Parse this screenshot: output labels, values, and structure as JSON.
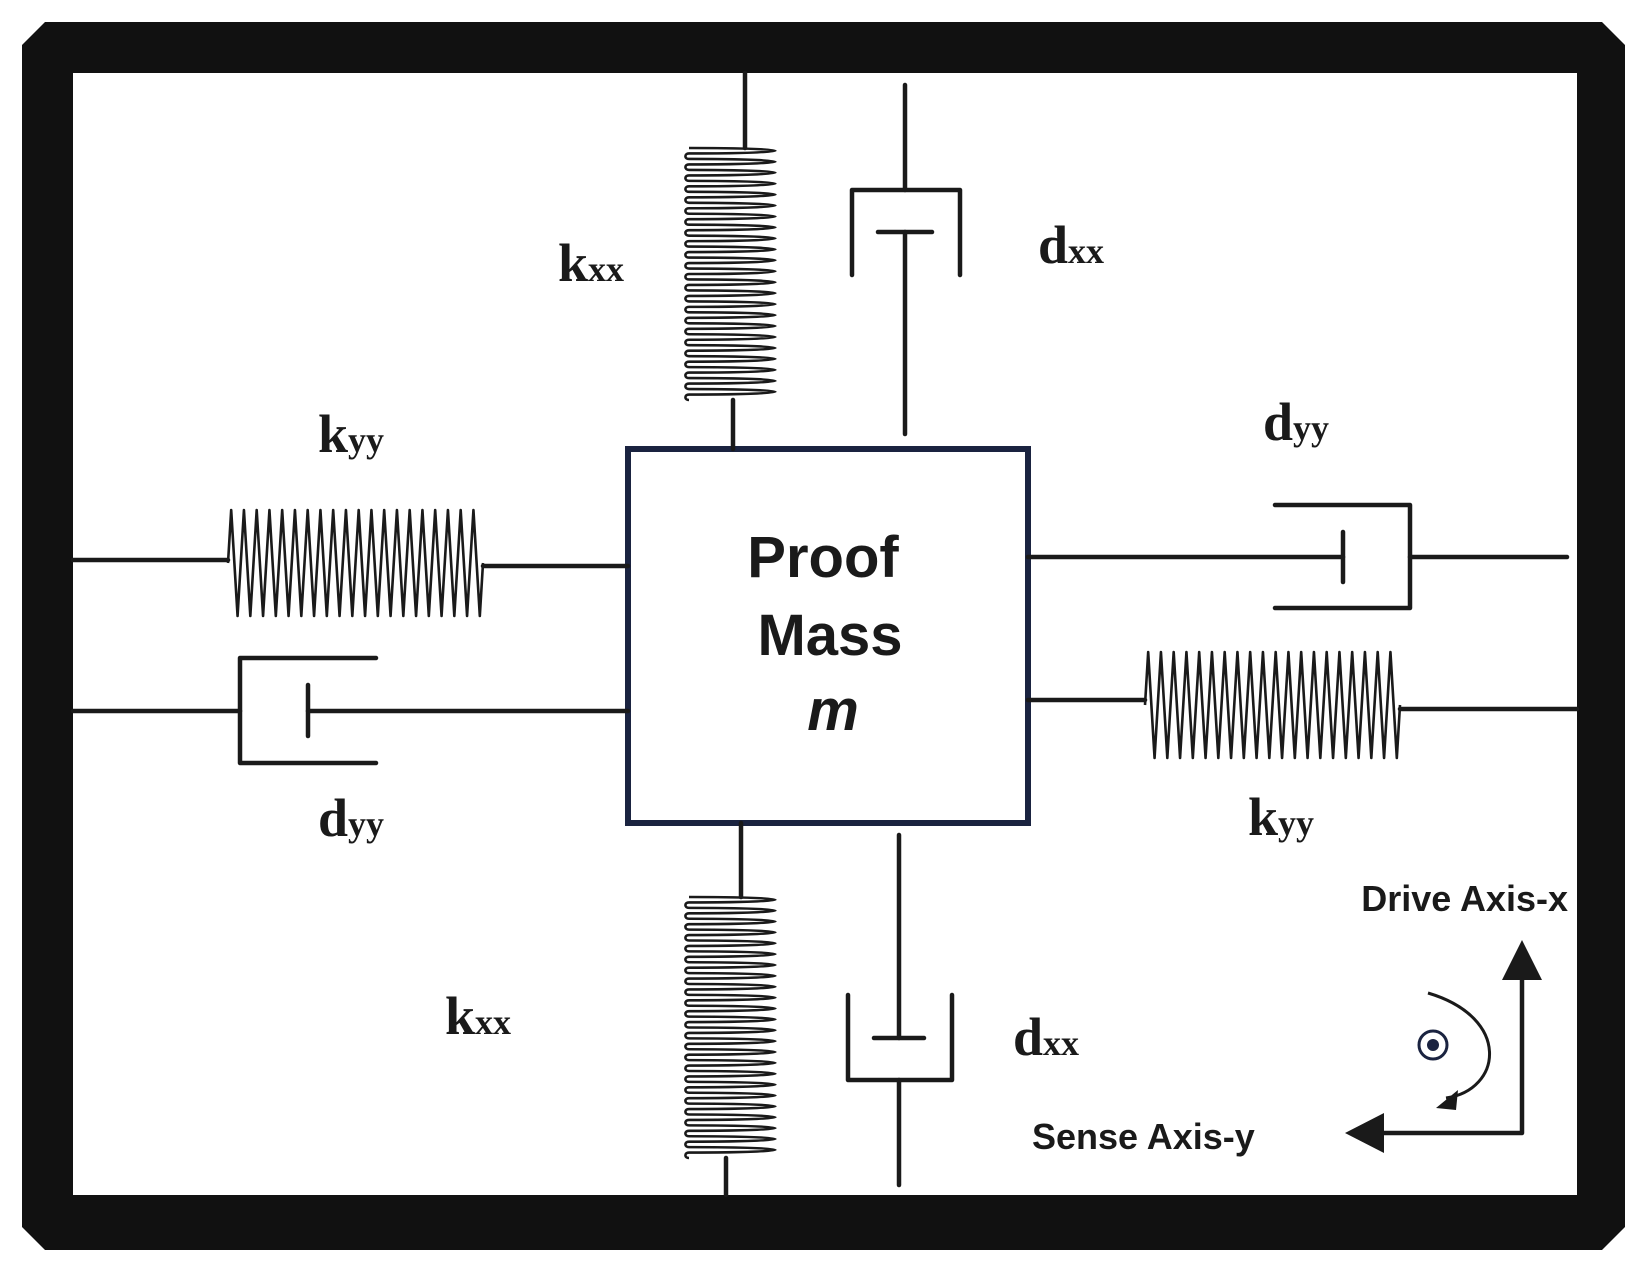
{
  "mass": {
    "line1": "Proof",
    "line2": "Mass",
    "symbol": "m"
  },
  "labels": {
    "kxx_top": {
      "main": "k",
      "sub": "xx"
    },
    "kxx_bottom": {
      "main": "k",
      "sub": "xx"
    },
    "dxx_top": {
      "main": "d",
      "sub": "xx"
    },
    "dxx_bottom": {
      "main": "d",
      "sub": "xx"
    },
    "kyy_left": {
      "main": "k",
      "sub": "yy"
    },
    "kyy_right": {
      "main": "k",
      "sub": "yy"
    },
    "dyy_left": {
      "main": "d",
      "sub": "yy"
    },
    "dyy_right": {
      "main": "d",
      "sub": "yy"
    }
  },
  "axes": {
    "drive": "Drive Axis-x",
    "sense": "Sense Axis-y"
  },
  "colors": {
    "frame": "#111111",
    "mass_border": "#1a2340",
    "line": "#1a1a1a"
  }
}
